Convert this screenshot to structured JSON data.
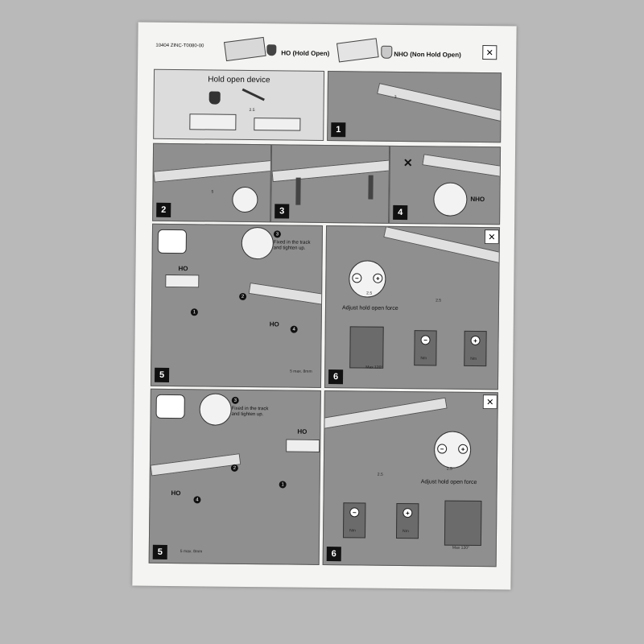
{
  "header": {
    "code": "10404 ZINC-T0080-00",
    "ho_label": "HO (Hold Open)",
    "nho_label": "NHO (Non Hold Open)"
  },
  "panel_a": {
    "title": "Hold open device",
    "wrench": "2.5"
  },
  "steps": {
    "s1": "1",
    "s2": "2",
    "s3": "3",
    "s4": "4",
    "s5a": "5",
    "s6a": "6",
    "s5b": "5",
    "s6b": "6"
  },
  "step2": {
    "mark": "5"
  },
  "step4": {
    "nho": "NHO"
  },
  "step5a": {
    "ho": "HO",
    "fixed": "Fixed in the track and tighten up.",
    "c3": "3",
    "c2": "2",
    "c1": "1",
    "c4": "4",
    "ho2": "HO",
    "mm": "5 max. 8mm"
  },
  "step6a": {
    "wrench": "2.5",
    "wrench2": "2.5",
    "adjust": "Adjust hold open force",
    "max": "Max 120°",
    "nm1": "Nm",
    "nm2": "Nm"
  },
  "step5b": {
    "ho": "HO",
    "fixed": "Fixed in the track and tighten up.",
    "c3": "3",
    "c2": "2",
    "c1": "1",
    "c4": "4",
    "ho2": "HO",
    "mm": "5 max. 8mm"
  },
  "step6b": {
    "wrench": "2.5",
    "wrench2": "2.5",
    "adjust": "Adjust hold open force",
    "max": "Max 120°",
    "nm1": "Nm",
    "nm2": "Nm"
  }
}
